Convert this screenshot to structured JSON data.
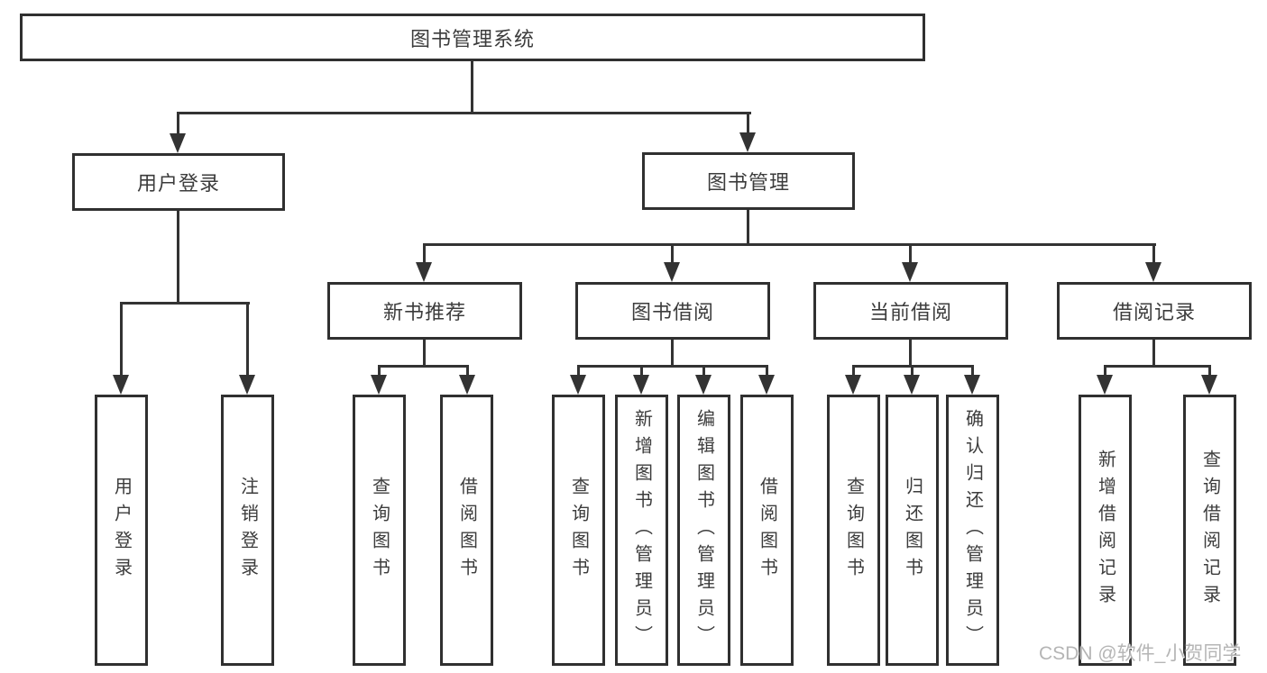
{
  "watermark": "CSDN @软件_小贺同学",
  "colors": {
    "line": "#333333",
    "box_border": "#303030",
    "box_fill": "#ffffff",
    "text": "#3c3c3c",
    "watermark": "#b5b5b5",
    "background": "#ffffff"
  },
  "tree": {
    "label": "图书管理系统",
    "children": [
      {
        "label": "用户登录",
        "children": [
          {
            "label": "用户登录"
          },
          {
            "label": "注销登录"
          }
        ]
      },
      {
        "label": "图书管理",
        "children": [
          {
            "label": "新书推荐",
            "children": [
              {
                "label": "查询图书"
              },
              {
                "label": "借阅图书"
              }
            ]
          },
          {
            "label": "图书借阅",
            "children": [
              {
                "label": "查询图书"
              },
              {
                "label": "新增图书（管理员）"
              },
              {
                "label": "编辑图书（管理员）"
              },
              {
                "label": "借阅图书"
              }
            ]
          },
          {
            "label": "当前借阅",
            "children": [
              {
                "label": "查询图书"
              },
              {
                "label": "归还图书"
              },
              {
                "label": "确认归还（管理员）"
              }
            ]
          },
          {
            "label": "借阅记录",
            "children": [
              {
                "label": "新增借阅记录"
              },
              {
                "label": "查询借阅记录"
              }
            ]
          }
        ]
      }
    ]
  }
}
